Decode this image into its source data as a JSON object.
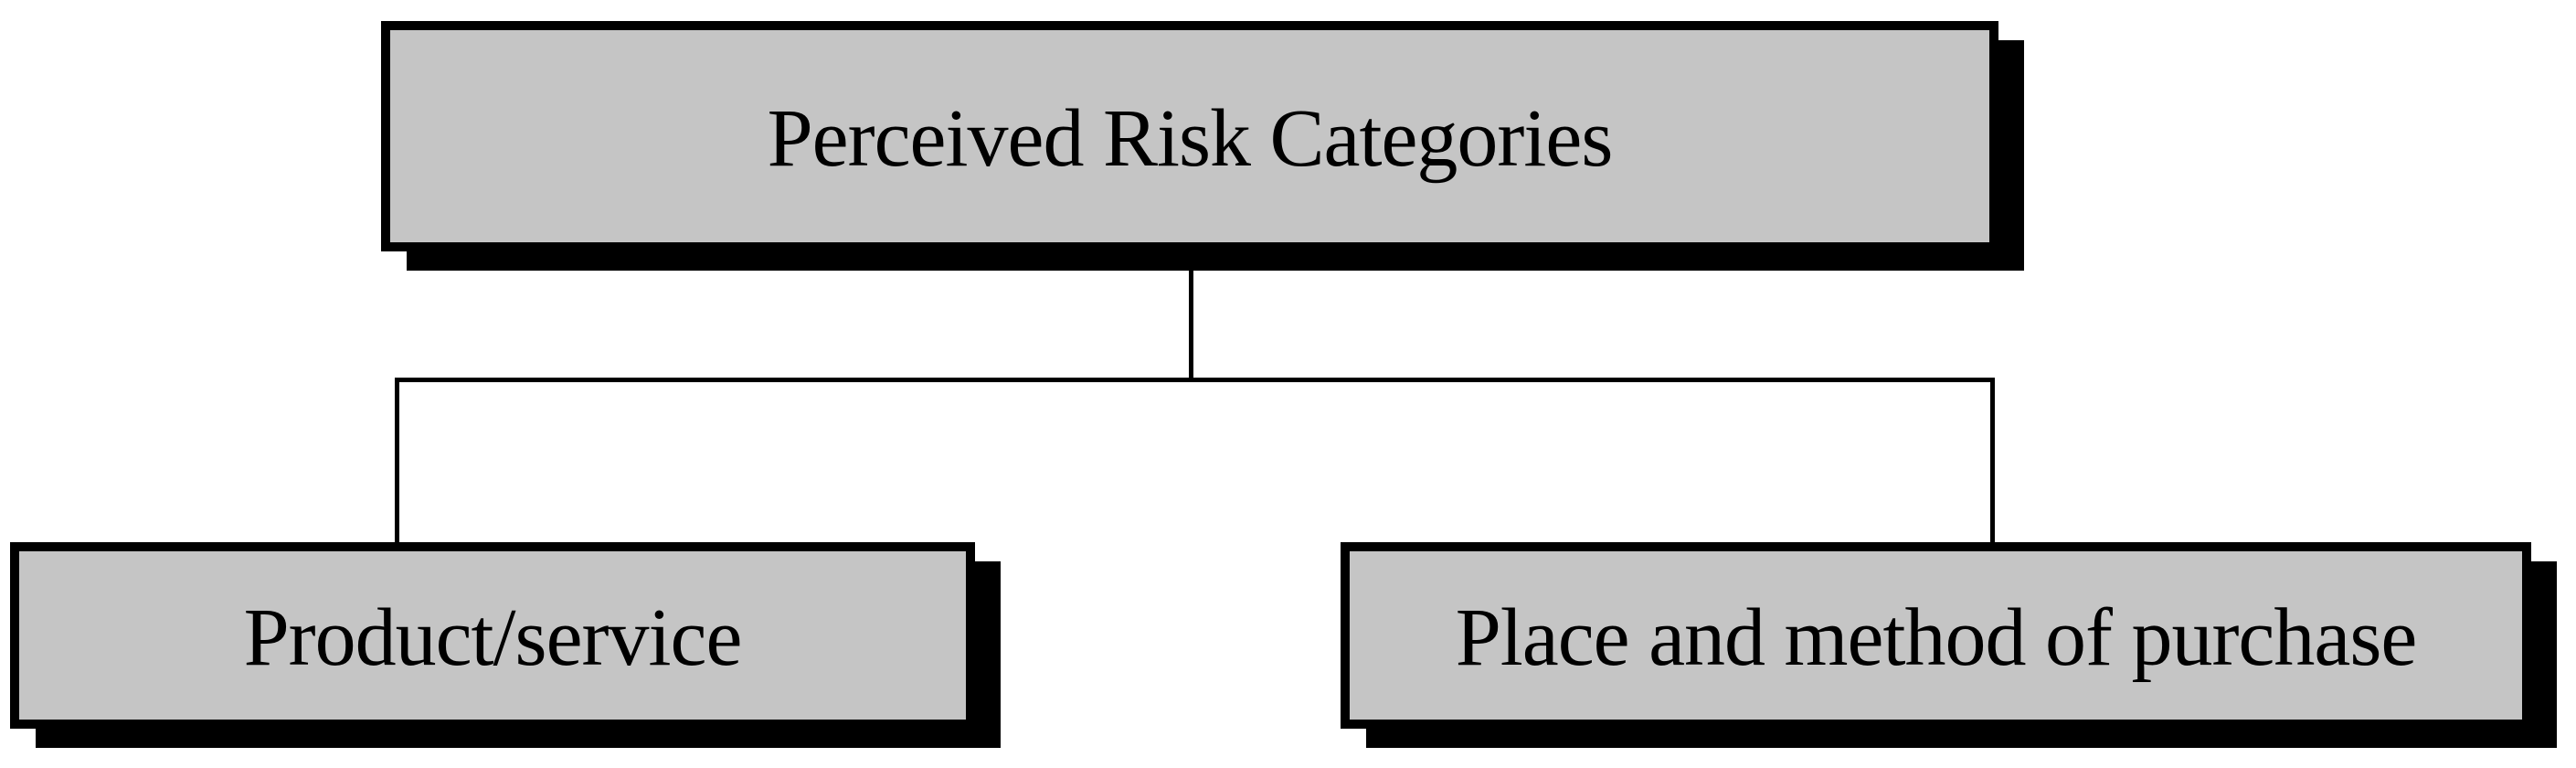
{
  "colors": {
    "page_background": "#FFFFFF",
    "box_fill": "#C5C5C5",
    "box_border": "#000000",
    "box_shadow": "#000000",
    "connector": "#000000",
    "text": "#000000"
  },
  "diagram": {
    "root": {
      "label": "Perceived Risk Categories"
    },
    "children": [
      {
        "label": "Product/service"
      },
      {
        "label": "Place and method of purchase"
      }
    ]
  }
}
